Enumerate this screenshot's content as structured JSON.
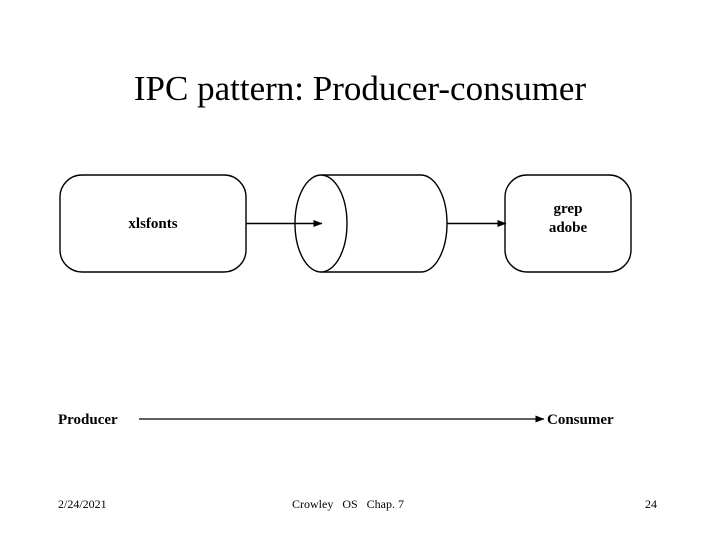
{
  "slide": {
    "title": "IPC pattern: Producer-consumer",
    "background_color": "#ffffff",
    "ink_color": "#000000"
  },
  "diagram": {
    "producer_process": {
      "label": "xlsfonts",
      "shape": "rounded-rectangle"
    },
    "pipe": {
      "label": "",
      "shape": "cylinder"
    },
    "consumer_process": {
      "label": "grep\nadobe",
      "shape": "rounded-rectangle"
    },
    "arrows": [
      {
        "name": "producer-to-pipe",
        "direction": "right"
      },
      {
        "name": "pipe-to-consumer",
        "direction": "right"
      },
      {
        "name": "producer-to-consumer-flow",
        "direction": "right"
      }
    ],
    "roles": {
      "left": "Producer",
      "right": "Consumer"
    }
  },
  "footer": {
    "date": "2/24/2021",
    "center": "Crowley   OS   Chap. 7",
    "page_number": "24"
  }
}
